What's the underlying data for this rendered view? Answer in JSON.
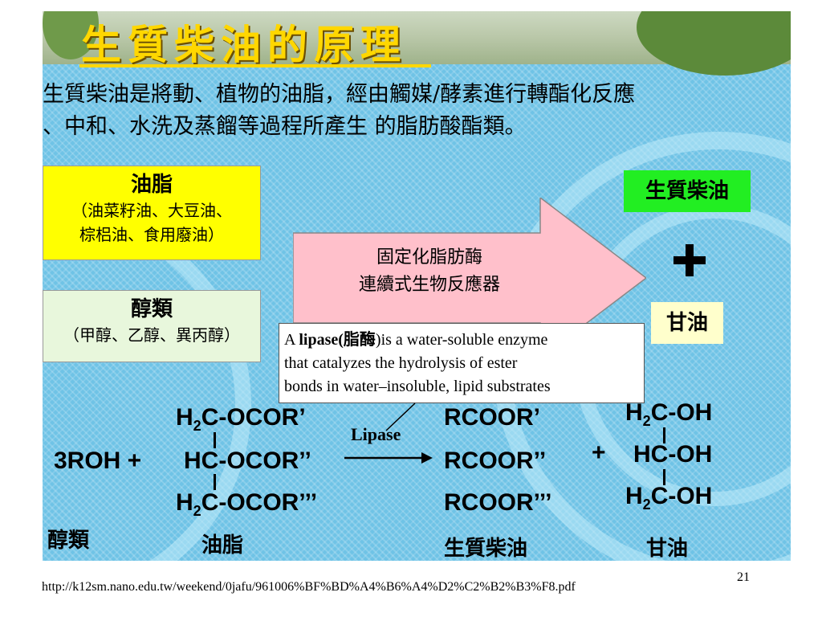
{
  "title": "生質柴油的原理",
  "intro": {
    "line1": "生質柴油是將動、植物的油脂，經由觸媒/酵素進行轉酯化反應",
    "line2": "、中和、水洗及蒸餾等過程所產生 的脂肪酸酯類。"
  },
  "oil_box": {
    "title": "油脂",
    "line1": "（油菜籽油、大豆油、",
    "line2": "棕梠油、食用廢油）"
  },
  "alcohol_box": {
    "title": "醇類",
    "line1": "（甲醇、乙醇、異丙醇）"
  },
  "process_arrow": {
    "line1": "固定化脂肪酶",
    "line2": "連續式生物反應器"
  },
  "biodiesel_label": "生質柴油",
  "glycerol_label": "甘油",
  "callout": {
    "prefix": "A ",
    "term": "lipase(脂酶",
    "rest1": ")is a water-soluble enzyme",
    "line2": "that catalyzes the hydrolysis of ester",
    "line3": "bonds in water–insoluble, lipid substrates"
  },
  "equation": {
    "reactant_alcohol": "3ROH +",
    "triglyceride": {
      "row1_pre": "H",
      "row1_sub": "2",
      "row1_post": "C-OCOR’",
      "row2": "HC-OCOR’’",
      "row3_pre": "H",
      "row3_sub": "2",
      "row3_post": "C-OCOR’’’"
    },
    "catalyst": "Lipase",
    "esters": [
      "RCOOR’",
      "RCOOR’’",
      "RCOOR’’’"
    ],
    "plus": "+",
    "glycerol": {
      "row1_pre": "H",
      "row1_sub": "2",
      "row1_post": "C-OH",
      "row2": "HC-OH",
      "row3_pre": "H",
      "row3_sub": "2",
      "row3_post": "C-OH"
    }
  },
  "captions": {
    "alcohol": "醇類",
    "oil": "油脂",
    "biodiesel": "生質柴油",
    "glycerol": "甘油"
  },
  "footer": {
    "url": "http://k12sm.nano.edu.tw/weekend/0jafu/961006%BF%BD%A4%B6%A4%D2%C2%B2%B3%F8.pdf",
    "page_number": "21"
  },
  "colors": {
    "background": "#6fc3e6",
    "title": "#ffd700",
    "oil_box": "#ffff00",
    "alcohol_box": "#e8f7dc",
    "biodiesel_box": "#22ee22",
    "glycerol_box": "#ffffcc",
    "arrow_fill": "#ffc0cb"
  }
}
